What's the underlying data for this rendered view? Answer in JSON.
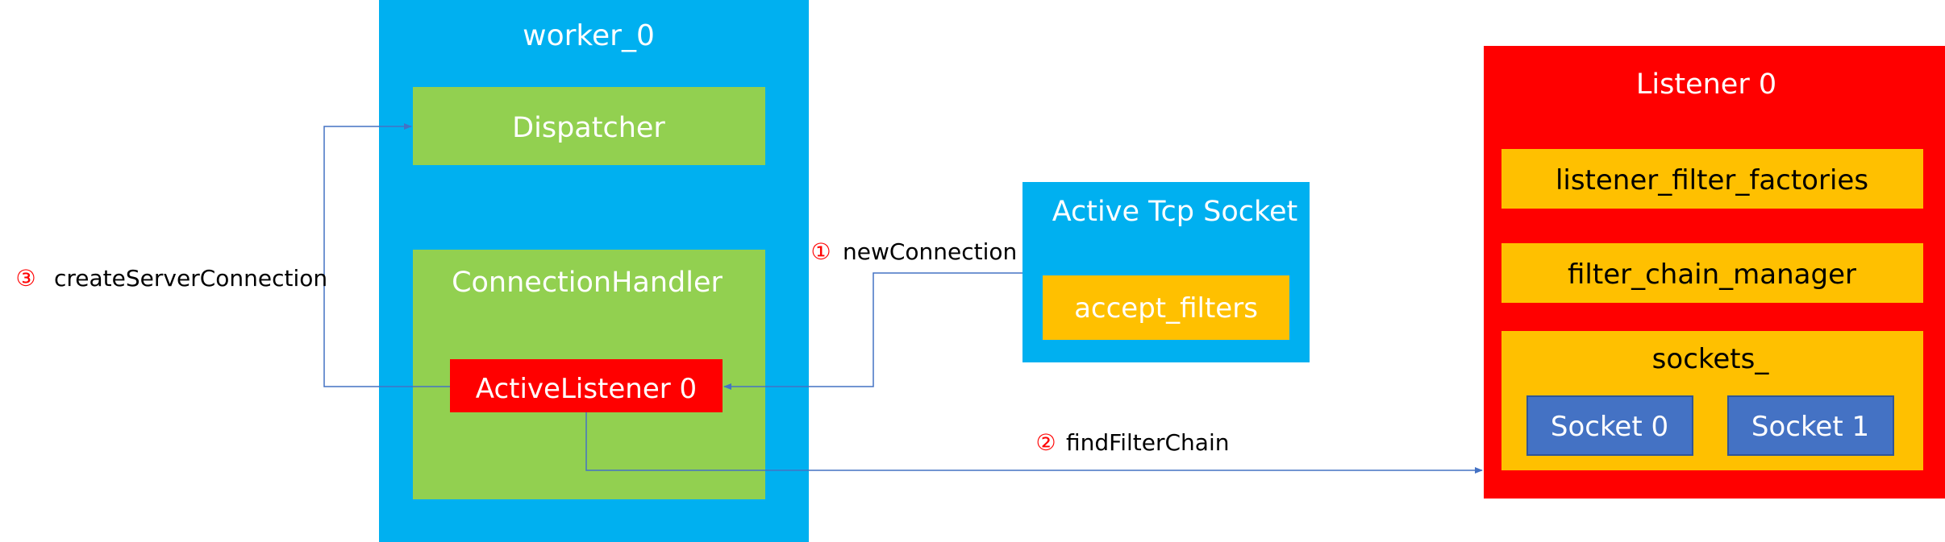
{
  "worker": {
    "title": "worker_0",
    "dispatcher_label": "Dispatcher",
    "connection_handler_label": "ConnectionHandler",
    "active_listener_label": "ActiveListener 0"
  },
  "active_tcp_socket": {
    "title": "Active Tcp Socket",
    "accept_filters_label": "accept_filters"
  },
  "listener": {
    "title": "Listener 0",
    "listener_filter_factories_label": "listener_filter_factories",
    "filter_chain_manager_label": "filter_chain_manager",
    "sockets_label": "sockets_",
    "sockets": [
      "Socket 0",
      "Socket 1"
    ]
  },
  "edges": {
    "new_connection": {
      "marker": "①",
      "label": "newConnection"
    },
    "find_filter_chain": {
      "marker": "②",
      "label": "findFilterChain"
    },
    "create_server_connection": {
      "marker": "③",
      "label": "createServerConnection"
    }
  },
  "colors": {
    "blue": "#00B0F0",
    "green": "#92D050",
    "red": "#FF0000",
    "orange": "#FFC000",
    "socket_blue": "#4472C4",
    "arrow": "#4472C4",
    "marker_red": "#FF0000"
  }
}
